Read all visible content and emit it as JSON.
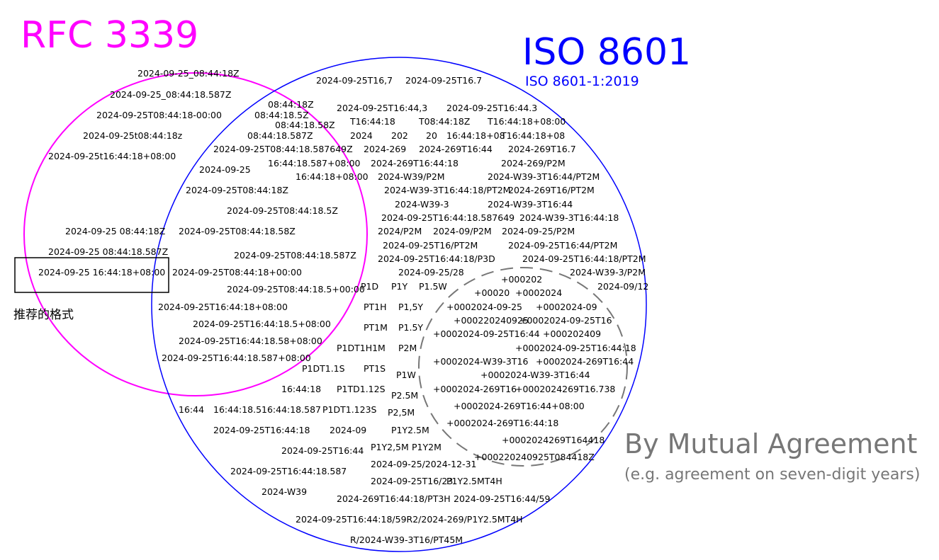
{
  "colors": {
    "rfc": "#ff00ff",
    "iso": "#0000ff",
    "agreement": "#777777",
    "text": "#000000",
    "background": "#ffffff"
  },
  "titles": {
    "rfc": "RFC 3339",
    "iso": "ISO 8601",
    "iso_sub": "ISO 8601-1:2019",
    "agreement": "By Mutual Agreement",
    "agreement_sub": "(e.g. agreement on seven-digit years)",
    "recommended": "推荐的格式"
  },
  "rfc_only": [
    "2024-09-25_08:44:18Z",
    "2024-09-25_08:44:18.587Z",
    "2024-09-25T08:44:18-00:00",
    "2024-09-25t08:44:18z",
    "2024-09-25t16:44:18+08:00",
    "2024-09-25 08:44:18Z",
    "2024-09-25 08:44:18.587Z",
    "2024-09-25 16:44:18+08:00"
  ],
  "both": [
    "2024-09-25T08:44:18Z",
    "2024-09-25T08:44:18.5Z",
    "2024-09-25T08:44:18.58Z",
    "2024-09-25T08:44:18.587Z",
    "2024-09-25T08:44:18+00:00",
    "2024-09-25T08:44:18.5+00:00",
    "2024-09-25T16:44:18+08:00",
    "2024-09-25T16:44:18.5+08:00",
    "2024-09-25T16:44:18.58+08:00",
    "2024-09-25T16:44:18.587+08:00",
    "08:44:18Z",
    "08:44:18.5Z",
    "08:44:18.58Z",
    "08:44:18.587Z",
    "2024-09-25T08:44:18.587649Z",
    "16:44:18.587+08:00",
    "16:44:18+08:00",
    "2024-09-25"
  ],
  "iso_only": [
    "2024-09-25T16,7",
    "2024-09-25T16.7",
    "2024-09-25T16:44,3",
    "2024-09-25T16:44.3",
    "T16:44:18",
    "T08:44:18Z",
    "T16:44:18+08:00",
    "2024",
    "202",
    "20",
    "16:44:18+08",
    "T16:44:18+08",
    "2024-269",
    "2024-269T16:44",
    "2024-269T16.7",
    "2024-269T16:44:18",
    "2024-269/P2M",
    "2024-W39/P2M",
    "2024-W39-3T16:44/PT2M",
    "2024-W39-3T16:44:18/PT2M",
    "2024-269T16/PT2M",
    "2024-W39-3",
    "2024-W39-3T16:44",
    "2024-09-25T16:44:18.587649",
    "2024-W39-3T16:44:18",
    "2024/P2M",
    "2024-09/P2M",
    "2024-09-25/P2M",
    "2024-09-25T16/PT2M",
    "2024-09-25T16:44/PT2M",
    "2024-09-25T16:44:18/P3D",
    "2024-09-25T16:44:18/PT2M",
    "2024-09-25/28",
    "2024-W39-3/P2M",
    "2024-09/12",
    "P1D",
    "P1Y",
    "P1.5W",
    "PT1H",
    "P1,5Y",
    "PT1M",
    "P1.5Y",
    "P1DT1H1M",
    "P2M",
    "P1DT1.1S",
    "PT1S",
    "P1W",
    "16:44:18",
    "P1TD1.12S",
    "P2.5M",
    "16:44",
    "16:44:18.5",
    "16:44:18.587",
    "P1DT1.123S",
    "P2,5M",
    "2024-09-25T16:44:18",
    "2024-09",
    "P1Y2.5M",
    "2024-09-25T16:44",
    "P1Y2,5M",
    "P1Y2M",
    "2024-09-25T16:44:18.587",
    "2024-09-25/2024-12-31",
    "2024-09-25T16/23",
    "P1Y2.5MT4H",
    "2024-W39",
    "2024-269T16:44:18/PT3H",
    "2024-09-25T16:44/59",
    "2024-09-25T16:44:18/59R2/2024-269/P1Y2.5MT4H",
    "R/2024-W39-3T16/PT45M"
  ],
  "agreement_items": [
    "+000202",
    "+00020",
    "+0002024",
    "+0002024-09-25",
    "+0002024-09",
    "+000220240925",
    "+0002024-09-25T16",
    "+0002024-09-25T16:44",
    "+000202409",
    "+0002024-09-25T16:44:18",
    "+0002024-W39-3T16",
    "+0002024-269T16:44",
    "+0002024-W39-3T16:44",
    "+0002024-269T16",
    "+0002024269T16.738",
    "+0002024-269T16:44+08:00",
    "+0002024-269T16:44:18",
    "+0002024269T164418",
    "+000220240925T084418Z"
  ]
}
